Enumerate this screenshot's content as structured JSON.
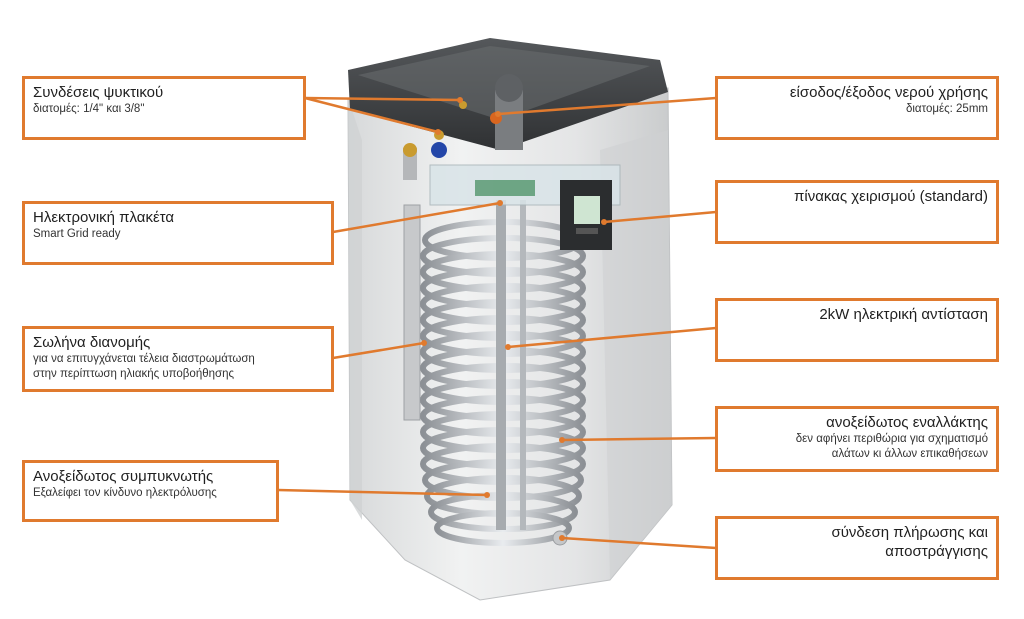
{
  "colors": {
    "callout_border": "#e07a2e",
    "leader_line": "#e07a2e",
    "tank_body": "#e9eaea",
    "tank_lid": "#3f4143",
    "coil": "#b9bdc2"
  },
  "callouts": {
    "refrigerant_connections": {
      "title": "Συνδέσεις ψυκτικού",
      "sub": "διατομές: 1/4\" και 3/8\""
    },
    "electronic_board": {
      "title": "Ηλεκτρονική πλακέτα",
      "sub": "Smart Grid ready"
    },
    "distribution_pipe": {
      "title": "Σωλήνα διανομής",
      "sub1": "για να επιτυγχάνεται τέλεια διαστρωμάτωση",
      "sub2": "στην περίπτωση ηλιακής υποβοήθησης"
    },
    "condenser": {
      "title": "Ανοξείδωτος συμπυκνωτής",
      "sub": "Εξαλείφει τον κίνδυνο ηλεκτρόλυσης"
    },
    "water_io": {
      "title": "είσοδος/έξοδος νερού χρήσης",
      "sub": "διατομές: 25mm"
    },
    "control_panel": {
      "title": "πίνακας χειρισμού (standard)"
    },
    "heater": {
      "title": "2kW ηλεκτρική αντίσταση"
    },
    "exchanger": {
      "title": "ανοξείδωτος εναλλάκτης",
      "sub1": "δεν αφήνει περιθώρια για σχηματισμό",
      "sub2": "αλάτων κι άλλων επικαθήσεων"
    },
    "fill_drain": {
      "title1": "σύνδεση πλήρωσης και",
      "title2": "αποστράγγισης"
    }
  }
}
